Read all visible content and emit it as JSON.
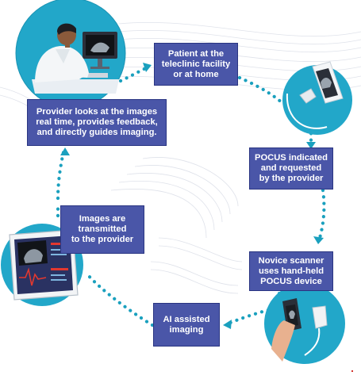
{
  "steps": {
    "patient": "Patient at the\nteleclinic facility\nor at home",
    "pocus_requested": "POCUS indicated\nand requested\nby the provider",
    "novice_scanner": "Novice scanner\nuses hand-held\nPOCUS device",
    "ai_imaging": "AI assisted\nimaging",
    "images_transmitted": "Images are\ntransmitted\nto the provider",
    "provider_feedback": "Provider looks at the images\nreal time, provides feedback,\nand directly guides imaging."
  },
  "colors": {
    "box_fill": "#4a56a8",
    "circle_fill": "#22a7c9",
    "arrow": "#1aa0be",
    "background_lines": "#d9dce4"
  },
  "icons": [
    "doctor-at-computer-icon",
    "smartphone-probe-icon",
    "hand-held-probe-icon",
    "tablet-ultrasound-icon"
  ]
}
